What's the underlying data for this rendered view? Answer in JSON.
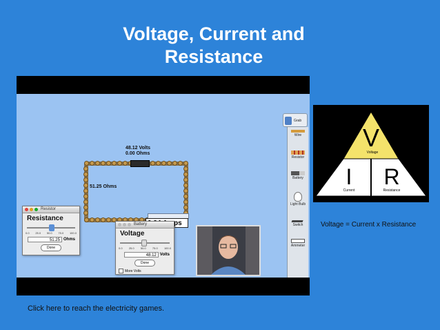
{
  "slide": {
    "title_line1": "Voltage, Current and",
    "title_line2": "Resistance",
    "link_text": "Click here to reach the electricity games.",
    "formula_caption": "Voltage = Current x Resistance"
  },
  "simulation": {
    "battery_label_volts": "48.12 Volts",
    "battery_label_ohms": "0.00 Ohms",
    "resistor_label": "51.25 Ohms",
    "ammeter_reading": "0.94 Amps",
    "grab_bag_label": "Grab Bag",
    "toolbox": [
      {
        "label": "Wire",
        "icon": "wire-icon"
      },
      {
        "label": "Resistor",
        "icon": "resistor-icon"
      },
      {
        "label": "Battery",
        "icon": "battery-icon"
      },
      {
        "label": "Light Bulb",
        "icon": "light-bulb-icon"
      },
      {
        "label": "Switch",
        "icon": "switch-icon"
      },
      {
        "label": "Ammeter",
        "icon": "ammeter-icon"
      }
    ]
  },
  "resistor_dialog": {
    "window_title": "Resistor",
    "heading": "Resistance",
    "ticks": [
      "0.0",
      "25.0",
      "50.0",
      "75.0",
      "100.0"
    ],
    "slider_percent": 51.25,
    "value": "51.25",
    "unit": "Ohms",
    "done_label": "Done"
  },
  "battery_dialog": {
    "window_title": "Battery",
    "heading": "Voltage",
    "ticks": [
      "0.0",
      "25.0",
      "50.0",
      "75.0",
      "100.0"
    ],
    "slider_percent": 48.12,
    "value": "48.12",
    "unit": "Volts",
    "done_label": "Done",
    "more_volts_label": "More Volts"
  },
  "formula_triangle": {
    "top_letter": "V",
    "top_word": "Voltage",
    "left_letter": "I",
    "left_word": "Current",
    "right_letter": "R",
    "right_word": "Resistance",
    "top_color": "#f4e36b",
    "bottom_color": "#ffffff"
  },
  "colors": {
    "background": "#2d83d9",
    "sim_background": "#9bc3f2"
  }
}
